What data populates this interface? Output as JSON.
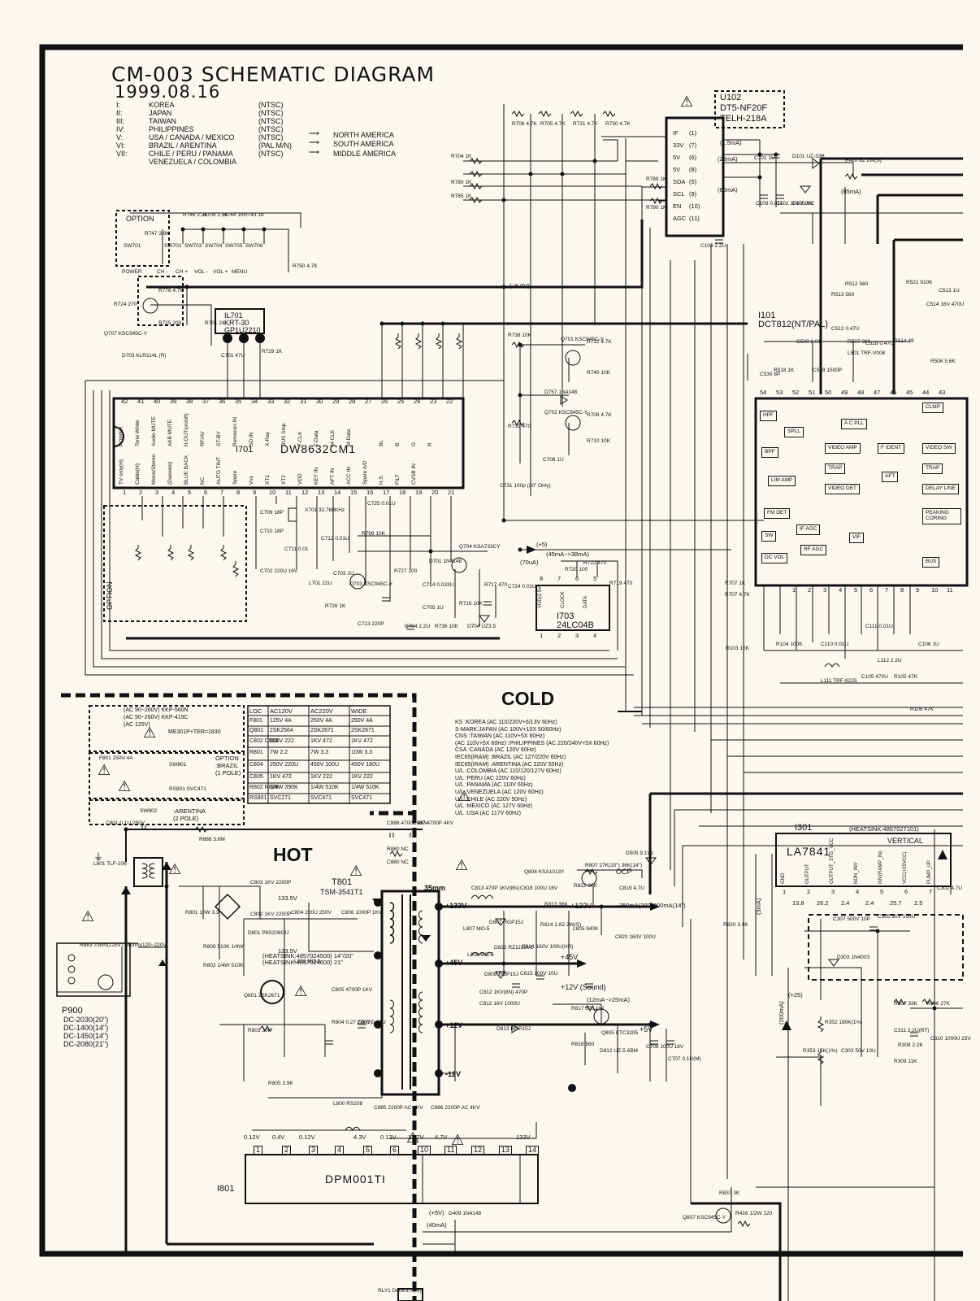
{
  "header": {
    "title": "CM-003 SCHEMATIC DIAGRAM",
    "date": "1999.08.16",
    "regions": [
      {
        "num": "I:",
        "name": "KOREA",
        "sys": "(NTSC)"
      },
      {
        "num": "II:",
        "name": "JAPAN",
        "sys": "(NTSC)"
      },
      {
        "num": "III:",
        "name": "TAIWAN",
        "sys": "(NTSC)"
      },
      {
        "num": "IV:",
        "name": "PHILIPPINES",
        "sys": "(NTSC)"
      },
      {
        "num": "V:",
        "name": "USA / CANADA / MEXICO",
        "sys": "(NTSC)"
      },
      {
        "num": "VI:",
        "name": "BRAZIL / ARENTINA",
        "sys": "(PAL M/N)"
      },
      {
        "num": "VII:",
        "name": "CHILE / PERU / PANAMA",
        "sys": "(NTSC)"
      },
      {
        "num": "",
        "name": "VENEZUELA / COLOMBIA",
        "sys": ""
      }
    ],
    "arrows": [
      "NORTH AMERICA",
      "SOUTH AMERICA",
      "MIDDLE AMERICA"
    ]
  },
  "labels": {
    "cold": "COLD",
    "hot": "HOT",
    "option_top": "OPTION",
    "option_left": "OPTION",
    "option_fuse": "OPTION",
    "brazil": ":BRAZIL",
    "pole1": "(1 POLE)",
    "arentina": ":ARENTINA",
    "pole2": "(2 POLE)",
    "vertical": "VERTICAL",
    "heatsink_ic": "(HEATSINK:4857027101)",
    "heatsink_fbt": "(HEATSINK:4857024500) 14\"/20\"",
    "heatsink_fbt2": "(HEATSINK:4857024600) 21\"",
    "mm35": "35mm",
    "sound": "+12V  (Sound)",
    "p900": "P900",
    "dc_models": [
      "DC-2030(20\")",
      "DC-1400(14\")",
      "DC-1450(14\")",
      "DC-2080(21\")"
    ],
    "ocp": "OCP",
    "v5_top": "(+5.0V)"
  },
  "ics": {
    "i701": {
      "ref": "I701",
      "part": "DW8632CM1"
    },
    "i101": {
      "ref": "I101",
      "part": "DCT812(NT/PAL)"
    },
    "i703": {
      "ref": "I703",
      "part": "24LC04B"
    },
    "i301": {
      "ref": "I301",
      "part": "LA7841"
    },
    "i801": {
      "ref": "I801",
      "part": "DPM001TI"
    },
    "u102": {
      "ref": "U102",
      "part": "DT5-NF20F",
      "part2": "TELH-218A"
    },
    "il701": {
      "ref": "IL701",
      "part": "KRT-30",
      "part2": "GP1U2210"
    },
    "t801": {
      "ref": "T801",
      "part": "TSM-3541T1"
    }
  },
  "i701_top_pins": [
    "42",
    "41",
    "40",
    "39",
    "38",
    "37",
    "36",
    "35",
    "34",
    "33",
    "32",
    "31",
    "30",
    "29",
    "28",
    "27",
    "26",
    "25",
    "24",
    "23",
    "22"
  ],
  "i701_bot_pins": [
    "1",
    "2",
    "3",
    "4",
    "5",
    "6",
    "7",
    "8",
    "9",
    "10",
    "11",
    "12",
    "13",
    "14",
    "15",
    "16",
    "17",
    "18",
    "19",
    "20",
    "21"
  ],
  "i701_top_labels": [
    "POWER",
    "Tone White",
    "Audio MUTE",
    "AKB MUTE",
    "H.OUT(on/off)",
    "RF/AV",
    "ST-BY",
    "Remocon IN",
    "SD IN",
    "X-Ray",
    "BUS Stop",
    "T-CLK",
    "T-Data",
    "M-CLK",
    "M-Data",
    "",
    "BL",
    "B",
    "G",
    "R",
    ""
  ],
  "i701_bot_labels": [
    "TV only(H)",
    "Cable(H)",
    "Mono/Stereo",
    "(Daewoo)",
    "BLUE BACK",
    "NC",
    "AUTO TINT",
    "Spare",
    "Vss",
    "XT1",
    "XT2",
    "VDD",
    "KEY IN",
    "AFT IN",
    "ACC IN",
    "Spare A/D",
    "H.S",
    "FILT",
    "CVSB IN",
    "",
    ""
  ],
  "i801_pins": [
    "1",
    "2",
    "3",
    "4",
    "5",
    "6",
    "10",
    "11",
    "12",
    "13",
    "14"
  ],
  "i801_volts": [
    "0.12V",
    "0.4V",
    "0.12V",
    "",
    "4.3V",
    "0.12V",
    "12.7V",
    "4.7V",
    "",
    "",
    "133V"
  ],
  "i301_pins": [
    "1",
    "2",
    "3",
    "4",
    "5",
    "6",
    "7"
  ],
  "i301_pin_labels": [
    "GND",
    "OUTPUT",
    "OUTPUT_STG_VCC",
    "NON_INV",
    "INV(RAMP_IN)",
    "VCC(+25VCC)",
    "PUMP_UP"
  ],
  "i301_volts": [
    "13.8",
    "26.2",
    "2.4",
    "2.4",
    "25.7",
    "2.5"
  ],
  "i703_pins": [
    "8",
    "7",
    "6",
    "5",
    "1",
    "2",
    "3",
    "4"
  ],
  "i703_pin_labels": [
    "VDD(2.5V)",
    "CLOCK",
    "DATA"
  ],
  "u102_pins": [
    {
      "n": "1",
      "l": "IF"
    },
    {
      "n": "7",
      "l": "33V"
    },
    {
      "n": "6",
      "l": "5V"
    },
    {
      "n": "8",
      "l": "5V"
    },
    {
      "n": "5",
      "l": "SDA"
    },
    {
      "n": "9",
      "l": "SCL"
    },
    {
      "n": "10",
      "l": "EN"
    },
    {
      "n": "11",
      "l": "AGC"
    }
  ],
  "i101_blocks": [
    "HPF",
    "SPLL",
    "BPF",
    "LIM AMP",
    "FM DET",
    "SW",
    "DC VOL",
    "A C PLL",
    "VIDEO AMP",
    "TRAP",
    "VIDEO DET",
    "F IDENT",
    "AFT",
    "IF AGC",
    "RF AGC",
    "VIF",
    "CLMP",
    "VIDEO SW",
    "TRAP",
    "DELAY LINE",
    "PEAKING CORING",
    "BUS"
  ],
  "i101_top_pins": [
    "54",
    "53",
    "52",
    "51",
    "50",
    "49",
    "48",
    "47",
    "46",
    "45",
    "44",
    "43"
  ],
  "i101_bot_pins": [
    "1",
    "2",
    "3",
    "4",
    "5",
    "6",
    "7",
    "8",
    "9",
    "10",
    "11"
  ],
  "parts_table": {
    "headers": [
      "LOC",
      "AC120V",
      "AC220V",
      "WIDE"
    ],
    "rows": [
      [
        "F801",
        "125V 4A",
        "250V 4A",
        "250V 4A"
      ],
      [
        "Q801",
        "2SK2564",
        "2SK2671",
        "2SK2671"
      ],
      [
        "C802 C803",
        "500V 222",
        "1KV 472",
        "1KV 472"
      ],
      [
        "R801",
        "7W 2.2",
        "7W 3.3",
        "10W 3.3"
      ],
      [
        "C804",
        "250V 220U",
        "450V 100U",
        "450V 180U"
      ],
      [
        "C805",
        "1KV 472",
        "1KV 222",
        "1KV 222"
      ],
      [
        "R802 R809",
        "1/4W 390K",
        "1/4W 510K",
        "1/4W 510K"
      ],
      [
        "RS801",
        "SVC271",
        "SVC471",
        "SVC471"
      ]
    ]
  },
  "mark_table": [
    "KS :KOREA (AC 110/220V+6/13V 60Hz)",
    "S-MARK:JAPAN (AC 100V+10X 50/60Hz)",
    "CNS :TAIWAN (AC 110V+5X 60Hz)",
    "(AC 110V+5X 60Hz) :PHILIPPINES (AC 220/240V+5X 60Hz)",
    "CSA :CANADA (AC 120V 60Hz)",
    "IEC65(IRAM) :BRAZIL (AC 127/220V 60Hz)",
    "IEC65(IRAM) :ARENTINA (AC 220V 50Hz)",
    "U/L :COLOMBIA (AC 110/120/127V 60Hz)",
    "U/L :PERU (AC 220V 60Hz)",
    "U/L :PANAMA (AC 110V 60Hz)",
    "U/L :VENEZUELA (AC 120V 60Hz)",
    "U/L :CHILE (AC 220V 50Hz)",
    "U/L :MEXICO (AC 127V 60Hz)",
    "U/L :USA (AC 117V 60Hz)"
  ],
  "plug_notes": [
    "(AC 90~260V) KKP-560N",
    "(AC 90~260V) KKP-419C",
    "(AC 125V)",
    "ME301P+TER=1830"
  ],
  "parts": [
    {
      "ref": "R706",
      "val": "4.7K"
    },
    {
      "ref": "R705",
      "val": "4.7K"
    },
    {
      "ref": "R731",
      "val": "4.7K"
    },
    {
      "ref": "R730",
      "val": "4.7K"
    },
    {
      "ref": "R704",
      "val": "1K"
    },
    {
      "ref": "R707",
      "val": "1K"
    },
    {
      "ref": "R780",
      "val": "1K"
    },
    {
      "ref": "R785",
      "val": "1K"
    },
    {
      "ref": "R746",
      "val": "2.2K"
    },
    {
      "ref": "R709",
      "val": "1.5K"
    },
    {
      "ref": "R744",
      "val": "1K"
    },
    {
      "ref": "R743",
      "val": "1K"
    },
    {
      "ref": "R747",
      "val": "3.9K"
    },
    {
      "ref": "R750",
      "val": "4.7K"
    },
    {
      "ref": "R776",
      "val": "4.7K"
    },
    {
      "ref": "R724",
      "val": "270"
    },
    {
      "ref": "R725",
      "val": "200"
    },
    {
      "ref": "R701",
      "val": "24"
    },
    {
      "ref": "C701",
      "val": "47U"
    },
    {
      "ref": "R729",
      "val": "1K"
    },
    {
      "ref": "R738",
      "val": "10K"
    },
    {
      "ref": "R712",
      "val": "4.7K"
    },
    {
      "ref": "R740",
      "val": "10K"
    },
    {
      "ref": "R708",
      "val": "4.7K"
    },
    {
      "ref": "R739",
      "val": "470"
    },
    {
      "ref": "R710",
      "val": "10K"
    },
    {
      "ref": "C708",
      "val": "1U"
    },
    {
      "ref": "R789",
      "val": "1K"
    },
    {
      "ref": "R790",
      "val": "1K"
    },
    {
      "ref": "C101",
      "val": "1U"
    },
    {
      "ref": "D101",
      "val": "UZ-33B"
    },
    {
      "ref": "C109",
      "val": "0.01U"
    },
    {
      "ref": "C102",
      "val": "100U 16V"
    },
    {
      "ref": "D105",
      "val": "NC"
    },
    {
      "ref": "C103",
      "val": "2.2U"
    },
    {
      "ref": "R420",
      "val": "82 2W(S)"
    },
    {
      "ref": "R513",
      "val": "560"
    },
    {
      "ref": "R512",
      "val": "560"
    },
    {
      "ref": "R521",
      "val": "910K"
    },
    {
      "ref": "C513",
      "val": "1U"
    },
    {
      "ref": "C514",
      "val": "16V 470U"
    },
    {
      "ref": "R518",
      "val": "1K"
    },
    {
      "ref": "C539",
      "val": "0.01"
    },
    {
      "ref": "C530",
      "val": "8P"
    },
    {
      "ref": "C548",
      "val": "1500P"
    },
    {
      "ref": "C512",
      "val": "0.47U"
    },
    {
      "ref": "R507",
      "val": "390"
    },
    {
      "ref": "L501",
      "val": "TRF-V008"
    },
    {
      "ref": "C528",
      "val": "0.47U"
    },
    {
      "ref": "R514",
      "val": "39"
    },
    {
      "ref": "R506",
      "val": "5.6K"
    },
    {
      "ref": "C709",
      "val": "18P"
    },
    {
      "ref": "C710",
      "val": "18P"
    },
    {
      "ref": "X701",
      "val": "32.768KHz"
    },
    {
      "ref": "C725",
      "val": "0.01U"
    },
    {
      "ref": "R799",
      "val": "10K"
    },
    {
      "ref": "C712",
      "val": "0.01U"
    },
    {
      "ref": "C711",
      "val": "0.01"
    },
    {
      "ref": "C702",
      "val": "220U 16V"
    },
    {
      "ref": "L701",
      "val": "22U"
    },
    {
      "ref": "C703",
      "val": "1U"
    },
    {
      "ref": "Q703",
      "val": "KSC945C-Y"
    },
    {
      "ref": "R726",
      "val": "1K"
    },
    {
      "ref": "C713",
      "val": "220P"
    },
    {
      "ref": "R727",
      "val": "100"
    },
    {
      "ref": "C714",
      "val": "0.033U"
    },
    {
      "ref": "C705",
      "val": "1U"
    },
    {
      "ref": "C704",
      "val": "2.2U"
    },
    {
      "ref": "R736",
      "val": "10K"
    },
    {
      "ref": "R716",
      "val": "10K"
    },
    {
      "ref": "D701",
      "val": "1N4148"
    },
    {
      "ref": "Q704",
      "val": "KSA733CY"
    },
    {
      "ref": "R717",
      "val": "470"
    },
    {
      "ref": "D704",
      "val": "UZ3.9"
    },
    {
      "ref": "C724",
      "val": "0.01U"
    },
    {
      "ref": "R720",
      "val": "100"
    },
    {
      "ref": "R722",
      "val": "470"
    },
    {
      "ref": "R719",
      "val": "470"
    },
    {
      "ref": "R707",
      "val": "4.7K"
    },
    {
      "ref": "R103",
      "val": "15K"
    },
    {
      "ref": "R104",
      "val": "100K"
    },
    {
      "ref": "C110",
      "val": "0.01U"
    },
    {
      "ref": "C111",
      "val": "0.01U"
    },
    {
      "ref": "L111",
      "val": "TRF-9225"
    },
    {
      "ref": "C105",
      "val": "470U"
    },
    {
      "ref": "L112",
      "val": "2.2U"
    },
    {
      "ref": "R105",
      "val": "47K"
    },
    {
      "ref": "R106",
      "val": "47K"
    },
    {
      "ref": "C106",
      "val": "1U"
    },
    {
      "ref": "C801",
      "val": "0.1U 250V"
    },
    {
      "ref": "R888",
      "val": "5.6M"
    },
    {
      "ref": "L801",
      "val": "TLF-106"
    },
    {
      "ref": "C888",
      "val": "4700P 4KV"
    },
    {
      "ref": "C887",
      "val": "4700P 4KV"
    },
    {
      "ref": "R880",
      "val": "NC"
    },
    {
      "ref": "C880",
      "val": "NC"
    },
    {
      "ref": "C803",
      "val": "1KV 2200P"
    },
    {
      "ref": "C802",
      "val": "1KV 2200P"
    },
    {
      "ref": "R801",
      "val": "10W 3.3"
    },
    {
      "ref": "D801",
      "val": "P8S208GU"
    },
    {
      "ref": "C804",
      "val": "220U 250V"
    },
    {
      "ref": "C806",
      "val": "1000P 1KV"
    },
    {
      "ref": "R809",
      "val": "510K 1/4W"
    },
    {
      "ref": "R802",
      "val": "1/4W 510K"
    },
    {
      "ref": "Q801",
      "val": "2SK2671"
    },
    {
      "ref": "L802",
      "val": "MO-5"
    },
    {
      "ref": "C805",
      "val": "4700P 1KV"
    },
    {
      "ref": "R804",
      "val": "0.27 2W(S)"
    },
    {
      "ref": "C807",
      "val": "0.01U"
    },
    {
      "ref": "R803",
      "val": "30K"
    },
    {
      "ref": "R805",
      "val": "3.9K"
    },
    {
      "ref": "L800",
      "val": "RS208"
    },
    {
      "ref": "C885",
      "val": "2200P AC 4KV"
    },
    {
      "ref": "C886",
      "val": "2200P AC 4KV"
    },
    {
      "ref": "C813",
      "val": "470P 1KV(8N)"
    },
    {
      "ref": "D807",
      "val": "RGP15J"
    },
    {
      "ref": "L807",
      "val": "MO-5"
    },
    {
      "ref": "D822",
      "val": "RZ1155V1"
    },
    {
      "ref": "L808",
      "val": "MO-5"
    },
    {
      "ref": "D808",
      "val": "RGP15J"
    },
    {
      "ref": "C814",
      "val": "160V 100U(HR)"
    },
    {
      "ref": "C815",
      "val": "100V 10U"
    },
    {
      "ref": "C812",
      "val": "1KV(8N) 470P"
    },
    {
      "ref": "D813",
      "val": "RGP15J"
    },
    {
      "ref": "C812",
      "val": "16V 1000U"
    },
    {
      "ref": "Q804",
      "val": "KSA1013Y"
    },
    {
      "ref": "C818",
      "val": "100U 16V"
    },
    {
      "ref": "R813",
      "val": "36K"
    },
    {
      "ref": "R814",
      "val": "2.82 2W(S)"
    },
    {
      "ref": "R822",
      "val": "36K"
    },
    {
      "ref": "L805",
      "val": "940K"
    },
    {
      "ref": "R807",
      "val": "27K(20\") 36K(14\")"
    },
    {
      "ref": "C819",
      "val": "4.7U"
    },
    {
      "ref": "C820",
      "val": "160V 100U"
    },
    {
      "ref": "D505",
      "val": "9.1Vz"
    },
    {
      "ref": "R817",
      "val": "300 1W"
    },
    {
      "ref": "Q805",
      "val": "KTC3205"
    },
    {
      "ref": "R818",
      "val": "560"
    },
    {
      "ref": "D812",
      "val": "UZ-5.6BM"
    },
    {
      "ref": "C706",
      "val": "100U 16V"
    },
    {
      "ref": "C707",
      "val": "0.1U(M)"
    },
    {
      "ref": "R820",
      "val": "3.9K"
    },
    {
      "ref": "R883",
      "val": "7ohm(125V) 14ohm(120~220V)"
    },
    {
      "ref": "C302",
      "val": "4.7U"
    },
    {
      "ref": "C307",
      "val": "500V 10P"
    },
    {
      "ref": "C305",
      "val": "50V 100U"
    },
    {
      "ref": "D303",
      "val": "1N4003"
    },
    {
      "ref": "R307",
      "val": "33K"
    },
    {
      "ref": "R306",
      "val": "27K"
    },
    {
      "ref": "C311",
      "val": "2.2U(RT)"
    },
    {
      "ref": "R308",
      "val": "2.2K"
    },
    {
      "ref": "C310",
      "val": "1000U 25V"
    },
    {
      "ref": "R309",
      "val": "11K"
    },
    {
      "ref": "R352",
      "val": "180K(1%)"
    },
    {
      "ref": "R353",
      "val": "15K(1%)"
    },
    {
      "ref": "C303",
      "val": "50V 10U"
    },
    {
      "ref": "R837",
      "val": "3K"
    },
    {
      "ref": "Q807",
      "val": "KSC945C-Y"
    },
    {
      "ref": "R416",
      "val": "1/2W 120"
    },
    {
      "ref": "D409",
      "val": "1N4148"
    },
    {
      "ref": "RLY1",
      "val": "DQ501-0(M)"
    },
    {
      "ref": "SW801",
      "val": ""
    },
    {
      "ref": "RS801",
      "val": "SVC471"
    },
    {
      "ref": "F801",
      "val": "250V 4A"
    },
    {
      "ref": "SW802",
      "val": ""
    },
    {
      "ref": "D703",
      "val": "KLR114L (R)"
    },
    {
      "ref": "Q707",
      "val": "KSC945C-Y"
    },
    {
      "ref": "Q701",
      "val": "KSC945C-Y"
    },
    {
      "ref": "Q702",
      "val": "KSC945C-Y"
    },
    {
      "ref": "D757",
      "val": "1N4148"
    },
    {
      "ref": "C731",
      "val": "100p (20\" Only)"
    }
  ],
  "keys": [
    "SW701",
    "SW702",
    "SW703",
    "SW704",
    "SW705",
    "SW706"
  ],
  "key_labels": [
    "POWER",
    "CH -",
    "CH +",
    "VOL -",
    "VOL +",
    "MENU"
  ],
  "voltages": {
    "v133": "+133V",
    "v133b": "+133V",
    "v45": "+45V",
    "v45b": "+45V",
    "v12": "+12V",
    "v5": "+5V",
    "vm12": "-12V",
    "v133_5": "133.5V",
    "v133_5b": "133.5V",
    "cur": "350mA(20\") 300mA(14\")",
    "cur2": "(12mA~>25mA)",
    "cur3": "(45mA~>38mA)",
    "cur4": "(70uA)",
    "plus5": "(+5)",
    "plus5v": "(+5V)",
    "plus25": "(+25)",
    "ma200": "(200mA)",
    "ma40": "(40mA)",
    "ma1_5": "(1.5mA)",
    "ma25": "(25mA)",
    "ma60": "(60mA)",
    "ma85": "(85mA)",
    "ma_dash": "(3mA)"
  },
  "colors": {
    "ink": "#111111",
    "paper": "#fbf8f0"
  }
}
